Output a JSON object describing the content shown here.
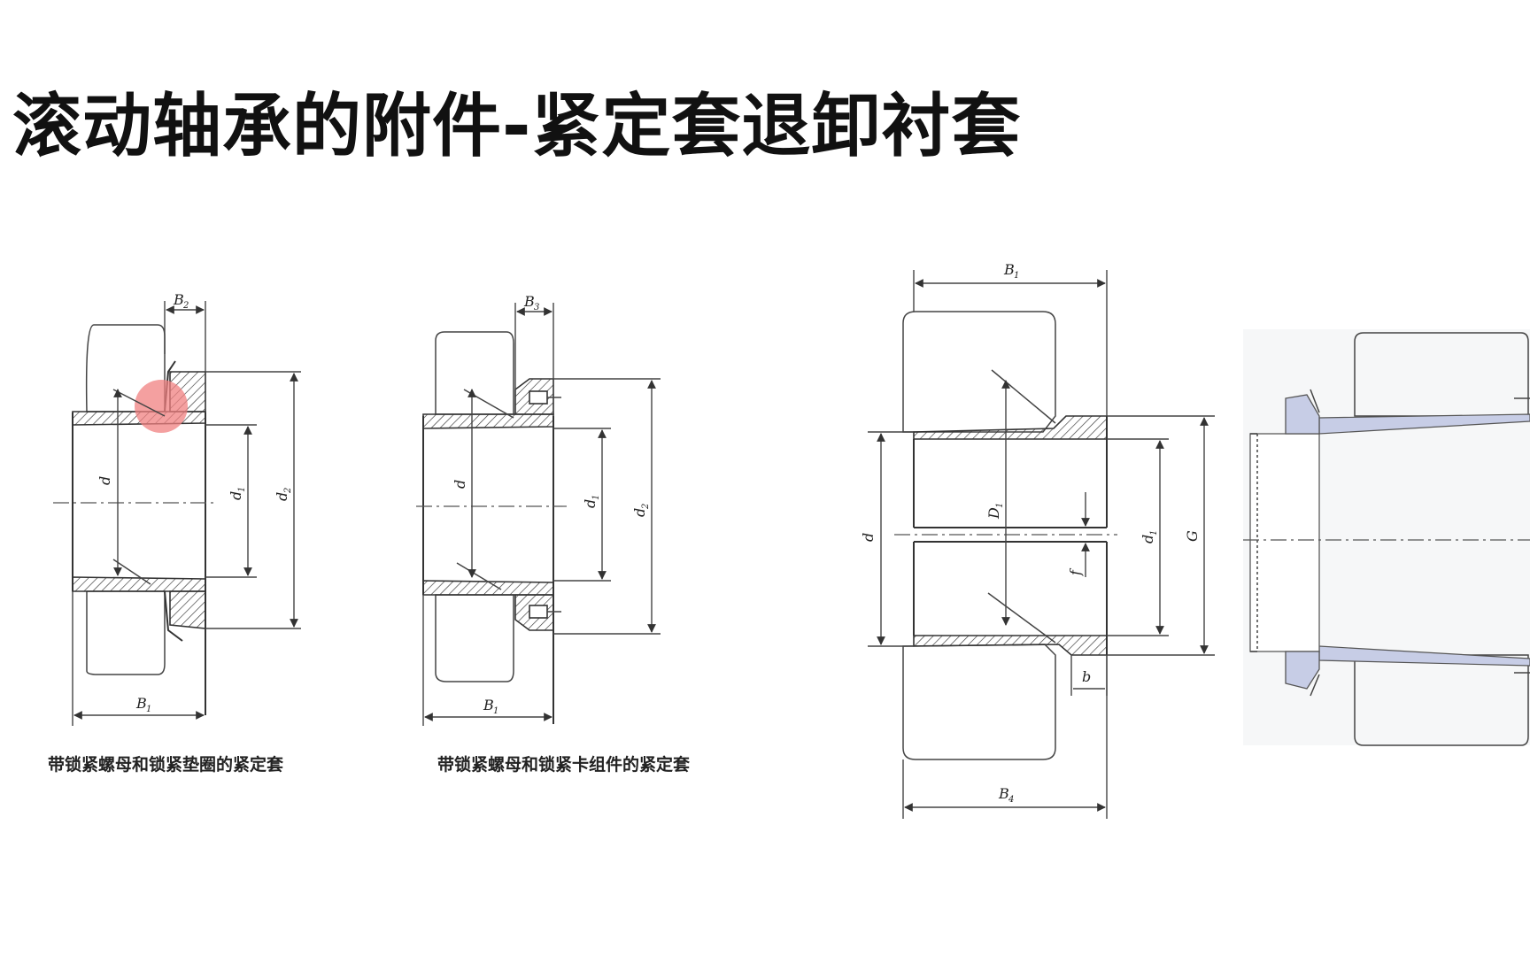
{
  "title": "滚动轴承的附件-紧定套退卸衬套",
  "figures": [
    {
      "caption": "带锁紧螺母和锁紧垫圈的紧定套",
      "labels": {
        "B2": "B",
        "B2_sub": "2",
        "d": "d",
        "d1": "d",
        "d1_sub": "1",
        "d2": "d",
        "d2_sub": "2",
        "B1": "B",
        "B1_sub": "1"
      }
    },
    {
      "caption": "带锁紧螺母和锁紧卡组件的紧定套",
      "labels": {
        "B3": "B",
        "B3_sub": "3",
        "d": "d",
        "d1": "d",
        "d1_sub": "1",
        "d2": "d",
        "d2_sub": "2",
        "B1": "B",
        "B1_sub": "1"
      }
    },
    {
      "labels": {
        "B1": "B",
        "B1_sub": "1",
        "D1": "D",
        "D1_sub": "1",
        "d": "d",
        "d1": "d",
        "d1_sub": "1",
        "G": "G",
        "f": "f",
        "b": "b",
        "B4": "B",
        "B4_sub": "4"
      }
    }
  ],
  "colors": {
    "highlight": "#f08080",
    "sleeve_fill": "#c7cde6"
  }
}
